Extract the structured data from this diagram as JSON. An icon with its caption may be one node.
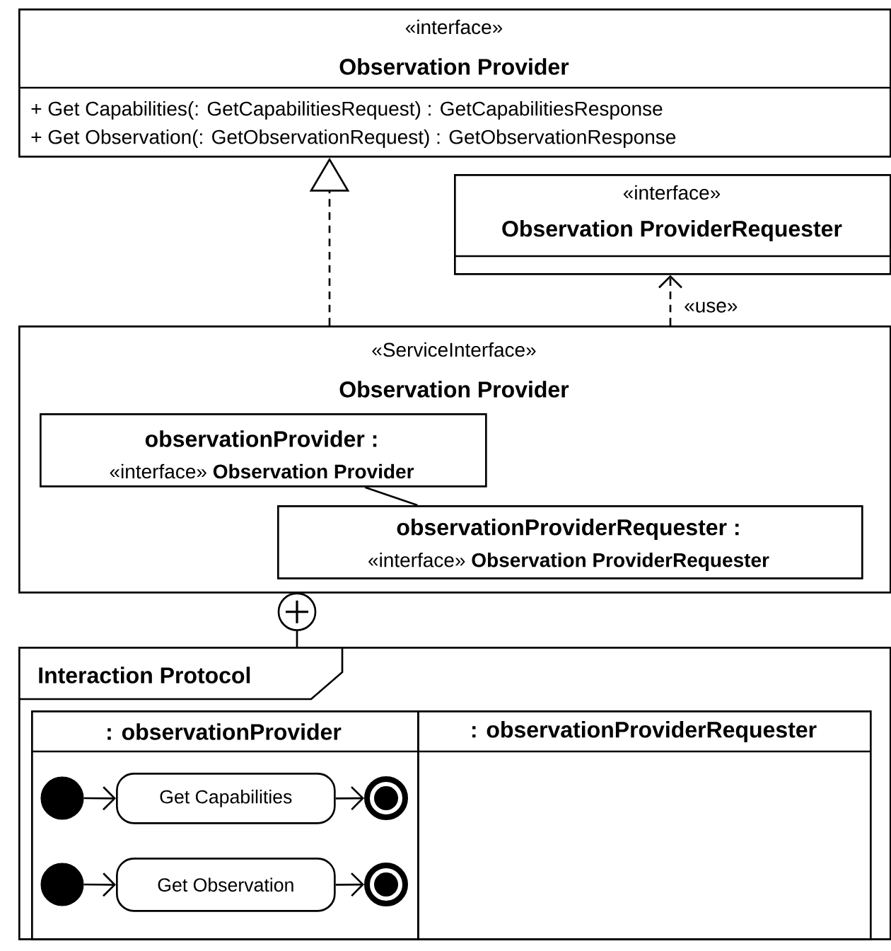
{
  "diagram": {
    "nodes": [
      {
        "text": [
          "«interface»",
          "Observation Provider",
          "+ Get Capabilities(: GetCapabilitiesRequest) : GetCapabilitiesResponse",
          "+ Get Observation(: GetObservationRequest) : GetObservationResponse"
        ]
      },
      {
        "text": [
          "«interface»",
          "Observation ProviderRequester"
        ]
      },
      {
        "text": [
          "«ServiceInterface»",
          "Observation Provider"
        ]
      },
      {
        "text": [
          "observationProvider :",
          "«interface» **Observation Provider**"
        ],
        "in": 2
      },
      {
        "text": [
          "observationProviderRequester :",
          "«interface» **Observation ProviderRequester**"
        ],
        "in": 2
      },
      {
        "text": [
          "Interaction Protocol"
        ]
      },
      {
        "text": [
          ": observationProvider"
        ],
        "in": 5
      },
      {
        "text": [
          ": observationProviderRequester"
        ],
        "in": 5
      },
      {
        "text": [],
        "shape": "circle",
        "in": 6
      },
      {
        "text": [
          "Get Capabilities"
        ],
        "in": 6
      },
      {
        "text": [],
        "shape": "circle",
        "in": 6
      },
      {
        "text": [],
        "shape": "circle",
        "in": 6
      },
      {
        "text": [
          "Get Observation"
        ],
        "in": 6
      },
      {
        "text": [],
        "shape": "circle",
        "in": 6
      }
    ],
    "edges": [
      {
        "from": 2,
        "to": 0,
        "arrow": "to",
        "style": "dashed"
      },
      {
        "from": 2,
        "to": 1,
        "arrow": "to",
        "style": "dashed",
        "label": "«use»"
      },
      {
        "from": 3,
        "to": 4,
        "arrow": "none"
      },
      {
        "from": 5,
        "to": 2,
        "arrow": "other"
      },
      {
        "from": 8,
        "to": 9,
        "arrow": "to"
      },
      {
        "from": 9,
        "to": 10,
        "arrow": "to"
      },
      {
        "from": 11,
        "to": 12,
        "arrow": "to"
      },
      {
        "from": 12,
        "to": 13,
        "arrow": "to"
      }
    ]
  }
}
